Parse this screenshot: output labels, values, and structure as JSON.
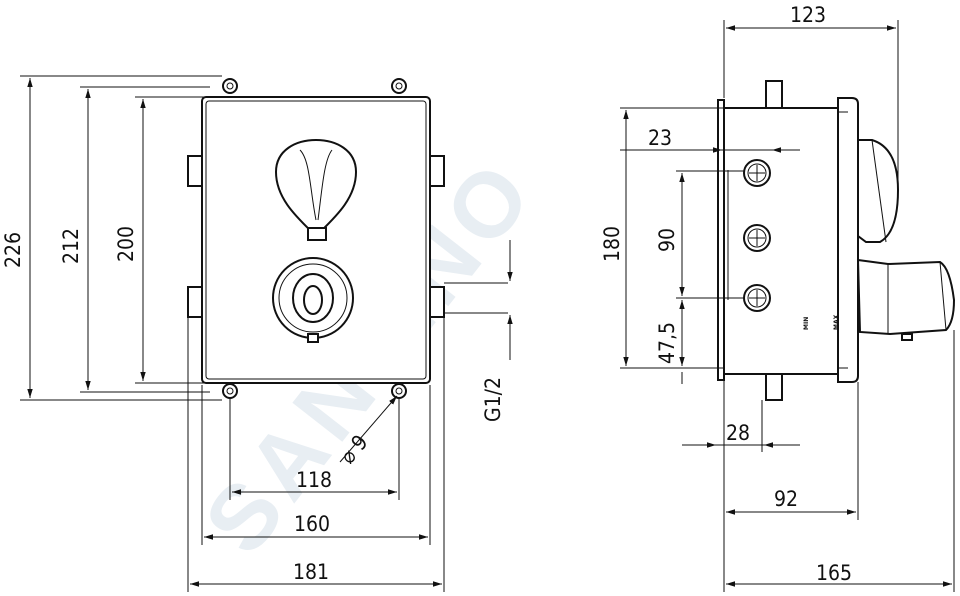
{
  "watermark": "SANTINO",
  "front_view": {
    "dims": {
      "height_outer": "226",
      "height_mid": "212",
      "height_inner": "200",
      "width_holes": "118",
      "width_body": "160",
      "width_outer": "181",
      "hole_diameter": "⌀ 9",
      "thread": "G1/2"
    }
  },
  "side_view": {
    "dims": {
      "depth_total": "123",
      "offset_top": "23",
      "height": "180",
      "spacing": "90",
      "bottom": "47,5",
      "inset": "28",
      "depth_mid": "92",
      "depth_max": "165"
    },
    "labels": {
      "min": "MIN",
      "max": "MAX"
    }
  }
}
